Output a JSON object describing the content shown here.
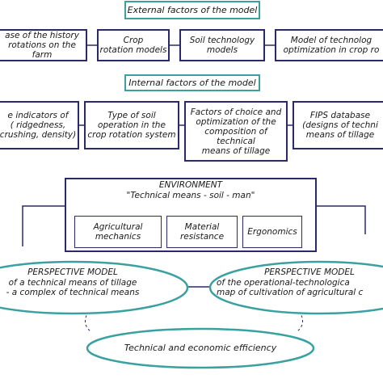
{
  "external": {
    "title": "External factors of the model",
    "boxes": [
      "ase of the history\nrotations on the farm",
      "Crop\nrotation models",
      "Soil technology\nmodels",
      "Model of technolog\noptimization in crop ro"
    ]
  },
  "internal": {
    "title": "Internal factors of the model",
    "boxes": [
      "e indicators of\n( ridgedness,\ncrushing, density)",
      "Type of soil\noperation in the\ncrop rotation system",
      "Factors of choice and\noptimization of the\ncomposition of technical\nmeans of tillage",
      "FIPS database\n(designs of techni\nmeans of tillage"
    ]
  },
  "environment": {
    "title": "ENVIRONMENT",
    "subtitle": "\"Technical means - soil - man\"",
    "boxes": [
      "Agricultural\nmechanics",
      "Material\nresistance",
      "Ergonomics"
    ]
  },
  "perspective_left": {
    "title": "PERSPECTIVE MODEL",
    "body": "of a technical means of tillage\n- a complex of technical means"
  },
  "perspective_right": {
    "title": "PERSPECTIVE MODEL",
    "body": "of the operational-technologica\nmap of cultivation of agricultural c"
  },
  "efficiency": "Technical and economic efficiency"
}
